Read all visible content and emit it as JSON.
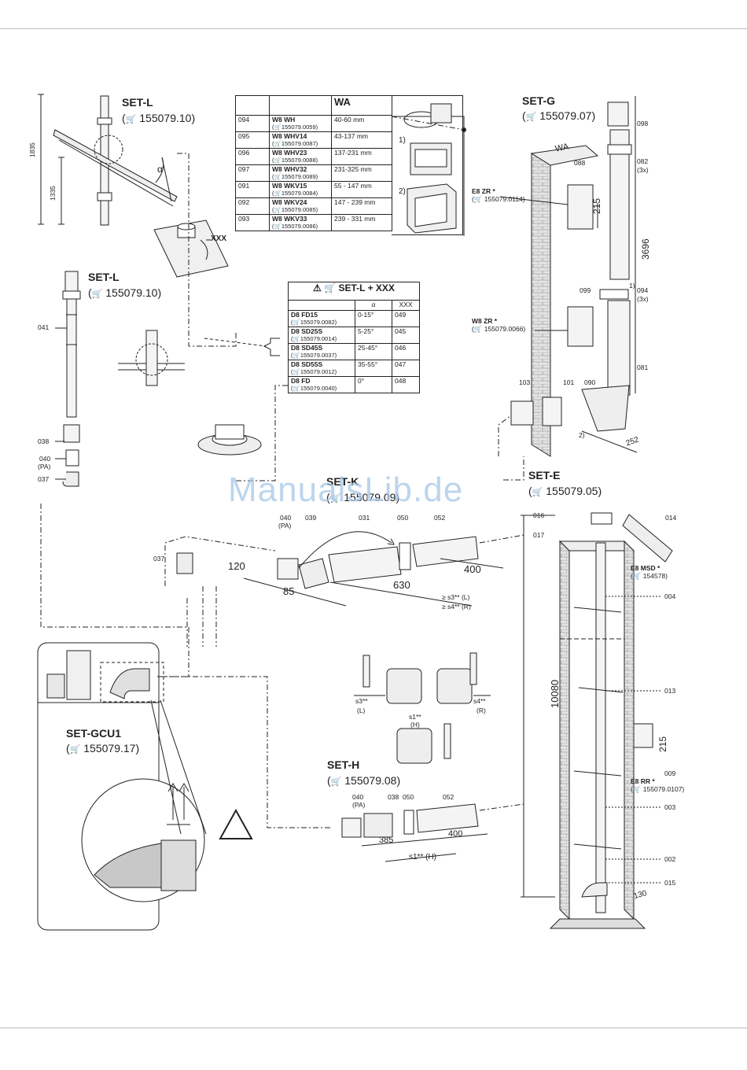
{
  "sets": {
    "l_top": {
      "title": "SET-L",
      "ref": "155079.10"
    },
    "l_mid": {
      "title": "SET-L",
      "ref": "155079.10"
    },
    "g": {
      "title": "SET-G",
      "ref": "155079.07"
    },
    "k": {
      "title": "SET-K",
      "ref": "155079.09"
    },
    "e": {
      "title": "SET-E",
      "ref": "155079.05"
    },
    "gcu": {
      "title": "SET-GCU1",
      "ref": "155079.17"
    },
    "h": {
      "title": "SET-H",
      "ref": "155079.08"
    }
  },
  "wa_table": {
    "header": "WA",
    "rows": [
      {
        "code": "094",
        "model": "W8  WH",
        "ref": "155079.0059",
        "range": "40-60 mm"
      },
      {
        "code": "095",
        "model": "W8 WHV14",
        "ref": "155079.0087",
        "range": "43-137 mm"
      },
      {
        "code": "096",
        "model": "W8 WHV23",
        "ref": "155079.0088",
        "range": "137-231 mm"
      },
      {
        "code": "097",
        "model": "W8 WHV32",
        "ref": "155079.0089",
        "range": "231-325 mm"
      },
      {
        "code": "091",
        "model": "W8 WKV15",
        "ref": "155079.0084",
        "range": "55 - 147 mm"
      },
      {
        "code": "092",
        "model": "W8 WKV24",
        "ref": "155079.0085",
        "range": "147 - 239 mm"
      },
      {
        "code": "093",
        "model": "W8 WKV33",
        "ref": "155079.0086",
        "range": "239 - 331 mm"
      }
    ],
    "note1": "1)",
    "note2": "2)"
  },
  "setl_table": {
    "title": "SET-L + XXX",
    "col_alpha": "α",
    "col_xxx": "XXX",
    "rows": [
      {
        "model": "D8 FD15",
        "ref": "155079.0082",
        "angle": "0-15°",
        "xxx": "049"
      },
      {
        "model": "D8 SD25S",
        "ref": "155079.0014",
        "angle": "5-25°",
        "xxx": "045"
      },
      {
        "model": "D8 SD45S",
        "ref": "155079.0037",
        "angle": "25-45°",
        "xxx": "046"
      },
      {
        "model": "D8 SD55S",
        "ref": "155079.0012",
        "angle": "35-55°",
        "xxx": "047"
      },
      {
        "model": "D8 FD",
        "ref": "155079.0040",
        "angle": "0°",
        "xxx": "048"
      }
    ]
  },
  "labels": {
    "dim_1835": "1835",
    "dim_1335": "1335",
    "alpha": "α",
    "xxx": "XXX",
    "p041": "041",
    "p038": "038",
    "p040": "040",
    "pa": "(PA)",
    "p037": "037",
    "wa": "WA",
    "p088": "088",
    "dim_215a": "215",
    "e8zr": "E8 ZR *",
    "e8zr_ref": "155079.0114",
    "w8zr": "W8 ZR *",
    "w8zr_ref": "155079.0066",
    "p099": "099",
    "p103": "103",
    "p101": "101",
    "p090": "090",
    "note2": "2)",
    "dim_252": "252",
    "p098": "098",
    "p082": "082",
    "x3a": "(3x)",
    "dim_3696": "3696",
    "note1": "1)",
    "p094": "094",
    "x3b": "(3x)",
    "p081": "081",
    "k040": "040",
    "k_pa": "(PA)",
    "k039": "039",
    "k031": "031",
    "k050": "050",
    "k052": "052",
    "k037": "037",
    "dim_120": "120",
    "dim_85": "85",
    "dim_630": "630",
    "dim_400": "400",
    "s3l": "≥ s3** (L)",
    "s4r": "≥ s4** (R)",
    "s3": "s3**",
    "l_paren": "(L)",
    "s4": "s4**",
    "r_paren": "(R)",
    "s1": "s1**",
    "h_paren": "(H)",
    "h040": "040",
    "h_pa": "(PA)",
    "h038": "038",
    "h050": "050",
    "h052": "052",
    "dim_385": "385",
    "dim_400h": "400",
    "s1h": "s1** (H)",
    "e016": "016",
    "e014": "014",
    "e017": "017",
    "e8msd": "E8 MSD *",
    "e8msd_ref": "154578",
    "e004": "004",
    "e013": "013",
    "dim_10080": "10080",
    "dim_215b": "215",
    "e009": "009",
    "e8rr": "E8 RR *",
    "e8rr_ref": "155079.0107",
    "e003": "003",
    "e002": "002",
    "e015": "015",
    "dim_130": "130"
  },
  "watermark": "ManualsLib.de",
  "colors": {
    "line": "#222222",
    "rule": "#bcbcbc",
    "watermark": "#a8c8e8",
    "pipe_fill": "#f4f4f4",
    "brick": "#d8d8d8"
  }
}
